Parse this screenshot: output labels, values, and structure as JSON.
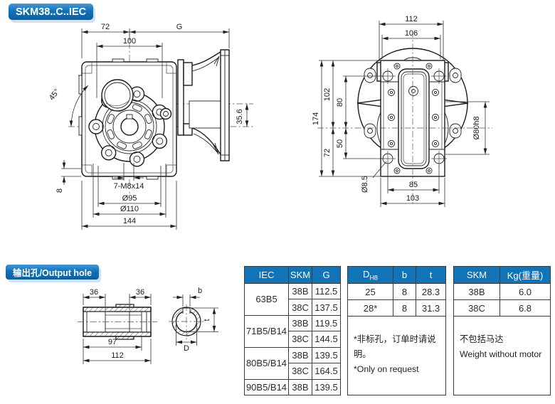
{
  "header": {
    "title": "SKM38..C..IEC"
  },
  "section2": {
    "badge": "输出孔/Output hole"
  },
  "colors": {
    "accent_blue": "#1173b8",
    "badge_shadow": "#cfe3f3",
    "line_dark": "#1a1a1a"
  },
  "front_view": {
    "dims": {
      "w72": "72",
      "g": "G",
      "w100": "100",
      "angle45": "45°",
      "off356": "35.6",
      "h8": "8",
      "tap": "7-M8x14",
      "d95": "Ø95",
      "d110": "Ø110",
      "w144": "144"
    }
  },
  "rear_view": {
    "dims": {
      "w112": "112",
      "w106": "106",
      "h174": "174",
      "h102": "102",
      "h80": "80",
      "h72": "72",
      "h50": "50",
      "d85hole": "Ø8.5",
      "w85": "85",
      "w103": "103",
      "d80": "Ø80h8"
    }
  },
  "output_hole": {
    "dims": {
      "l36a": "36",
      "l36b": "36",
      "l97": "97",
      "l112": "112",
      "b": "b",
      "t": "t",
      "d": "D"
    }
  },
  "tables": {
    "iec": {
      "headers": {
        "c1": "IEC",
        "c2": "SKM",
        "c3": "G"
      },
      "groups": [
        {
          "iec": "63B5",
          "rows": [
            {
              "skm": "38B",
              "g": "112.5"
            },
            {
              "skm": "38C",
              "g": "137.5"
            }
          ]
        },
        {
          "iec": "71B5/B14",
          "rows": [
            {
              "skm": "38B",
              "g": "119.5"
            },
            {
              "skm": "38C",
              "g": "144.5"
            }
          ]
        },
        {
          "iec": "80B5/B14",
          "rows": [
            {
              "skm": "38B",
              "g": "139.5"
            },
            {
              "skm": "38C",
              "g": "164.5"
            }
          ]
        },
        {
          "iec": "90B5/B14",
          "rows": [
            {
              "skm": "38B",
              "g": "139.5"
            }
          ]
        }
      ]
    },
    "bore": {
      "headers": {
        "d": "D",
        "d_sub": "H8",
        "b": "b",
        "t": "t"
      },
      "rows": [
        {
          "d": "25",
          "b": "8",
          "t": "28.3"
        },
        {
          "d": "28*",
          "b": "8",
          "t": "31.3"
        }
      ],
      "note1": "*非标孔，订单时请说明。",
      "note2": "*Only on request"
    },
    "weight": {
      "headers": {
        "c1": "SKM",
        "c2": "Kg(重量)"
      },
      "rows": [
        {
          "skm": "38B",
          "kg": "6.0"
        },
        {
          "skm": "38C",
          "kg": "6.8"
        }
      ],
      "note1": "不包括马达",
      "note2": "Weight without motor"
    }
  }
}
